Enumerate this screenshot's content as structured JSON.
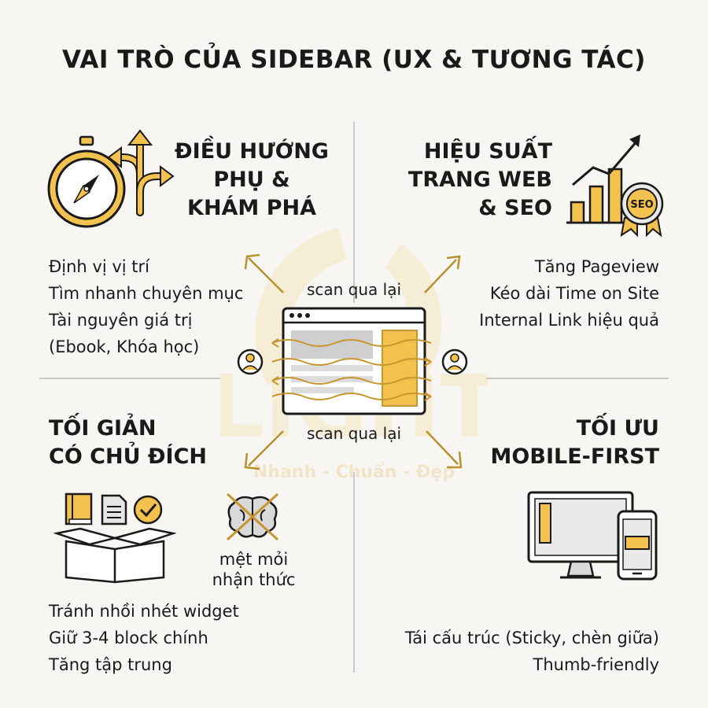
{
  "title": "VAI TRÒ CỦA SIDEBAR (UX & TƯƠNG TÁC)",
  "colors": {
    "accent": "#f2c14e",
    "accent_dark": "#c8962f",
    "ink": "#1a1a1a",
    "arrow": "#b8922e"
  },
  "watermark": {
    "brand": "LIGHT",
    "slogan": "Nhanh - Chuẩn - Đẹp"
  },
  "center": {
    "scan_top": "scan qua lại",
    "scan_bottom": "scan qua lại"
  },
  "sections": {
    "navigation": {
      "title_lines": [
        "ĐIỀU HƯỚNG",
        "PHỤ &",
        "KHÁM PHÁ"
      ],
      "items": [
        "Định vị vị trí",
        "Tìm nhanh chuyên mục",
        "Tài nguyên giá trị",
        "(Ebook, Khóa học)"
      ],
      "icon": "compass-signpost-icon"
    },
    "performance": {
      "title_lines": [
        "HIỆU SUẤT",
        "TRANG WEB",
        "& SEO"
      ],
      "items": [
        "Tăng Pageview",
        "Kéo dài Time on Site",
        "Internal Link hiệu quả"
      ],
      "icon": "growth-chart-seo-badge-icon",
      "badge": "SEO"
    },
    "minimal": {
      "title_lines": [
        "TỐI GIẢN",
        "CÓ CHỦ ĐÍCH"
      ],
      "items": [
        "Tránh nhồi nhét widget",
        "Giữ 3-4 block chính",
        "Tăng tập trung"
      ],
      "icon": "box-books-icon",
      "note_lines": [
        "mệt mỏi",
        "nhận thức"
      ]
    },
    "mobile": {
      "title_lines": [
        "TỐI ƯU",
        "MOBILE-FIRST"
      ],
      "items": [
        "Tái cấu trúc (Sticky, chèn giữa)",
        "Thumb-friendly"
      ],
      "icon": "desktop-phone-icon"
    }
  }
}
